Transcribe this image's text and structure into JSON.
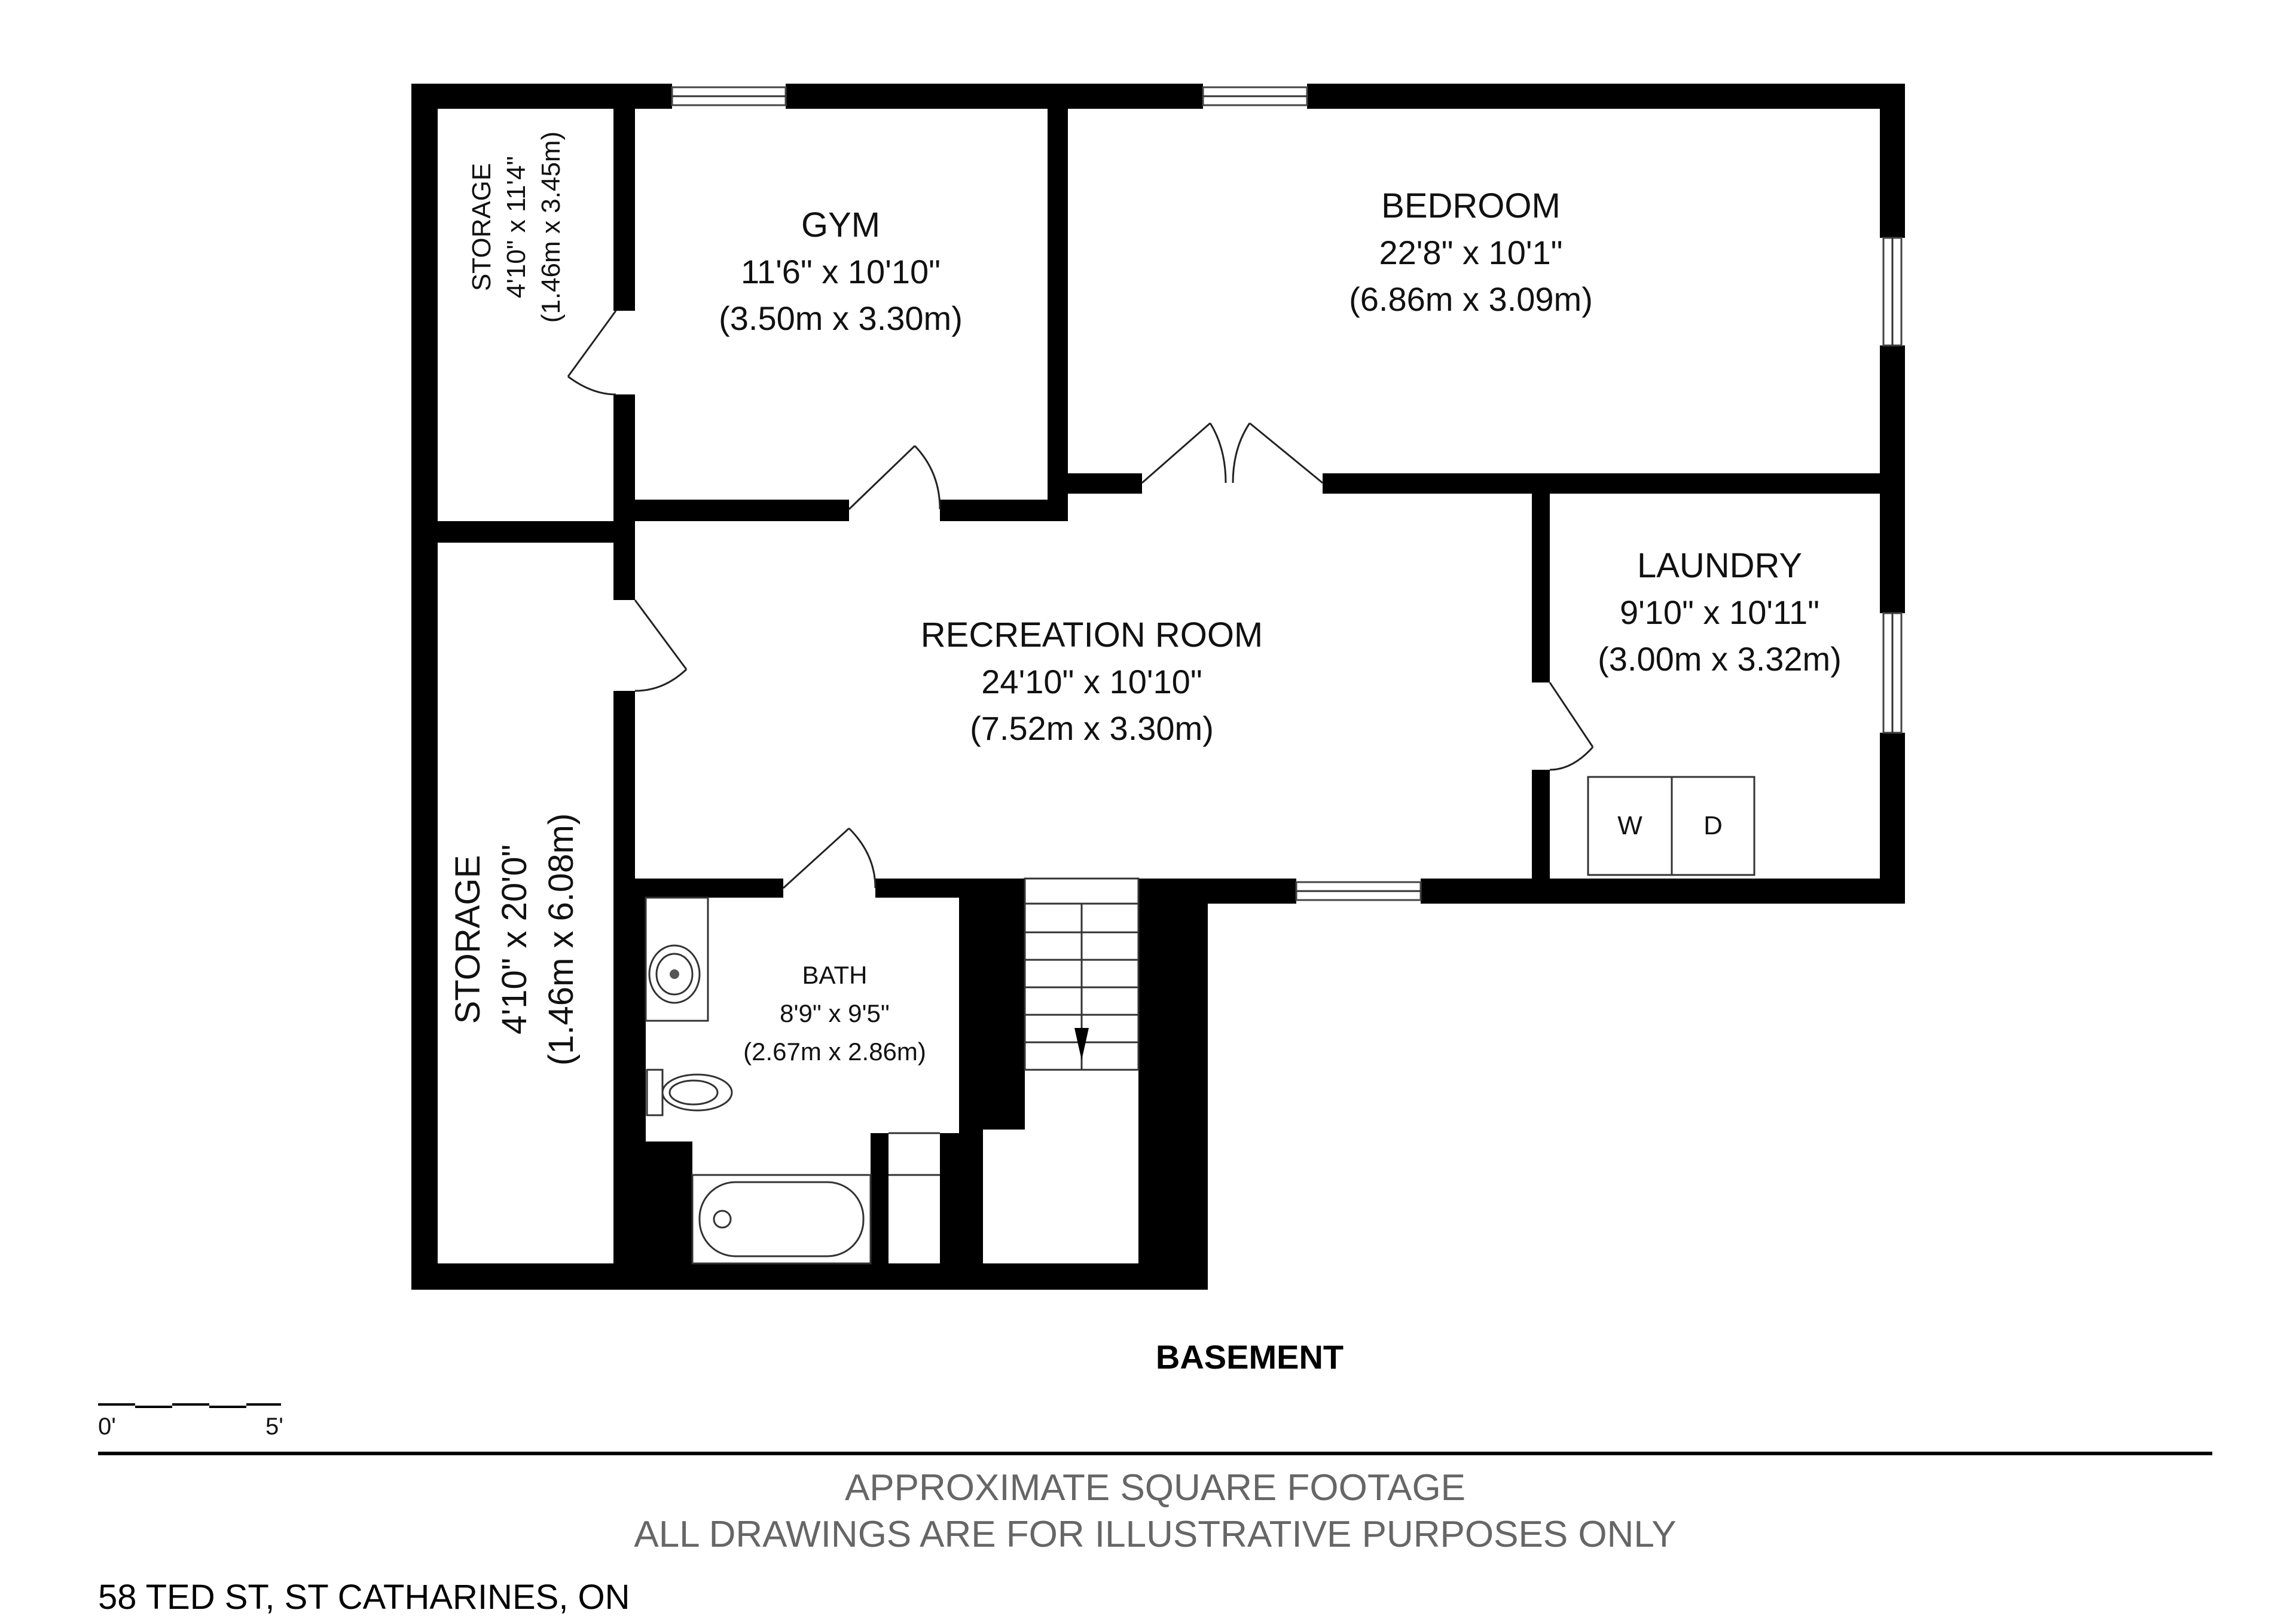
{
  "plan": {
    "floor_label": "BASEMENT",
    "rooms": {
      "storage_top": {
        "name": "STORAGE",
        "dim_imperial": "4'10\" x 11'4\"",
        "dim_metric": "(1.46m x 3.45m)"
      },
      "gym": {
        "name": "GYM",
        "dim_imperial": "11'6\" x 10'10\"",
        "dim_metric": "(3.50m x 3.30m)"
      },
      "bedroom": {
        "name": "BEDROOM",
        "dim_imperial": "22'8\" x 10'1\"",
        "dim_metric": "(6.86m x 3.09m)"
      },
      "laundry": {
        "name": "LAUNDRY",
        "dim_imperial": "9'10\" x 10'11\"",
        "dim_metric": "(3.00m x 3.32m)"
      },
      "recreation": {
        "name": "RECREATION ROOM",
        "dim_imperial": "24'10\" x 10'10\"",
        "dim_metric": "(7.52m x 3.30m)"
      },
      "storage_left": {
        "name": "STORAGE",
        "dim_imperial": "4'10\" x 20'0\"",
        "dim_metric": "(1.46m x 6.08m)"
      },
      "bath": {
        "name": "BATH",
        "dim_imperial": "8'9\" x 9'5\"",
        "dim_metric": "(2.67m x 2.86m)"
      }
    },
    "appliances": {
      "washer": "W",
      "dryer": "D"
    }
  },
  "scale": {
    "start": "0'",
    "end": "5'"
  },
  "footer": {
    "line1": "APPROXIMATE SQUARE FOOTAGE",
    "line2": "ALL DRAWINGS ARE FOR ILLUSTRATIVE PURPOSES ONLY",
    "address": "58 TED ST, ST CATHARINES, ON"
  },
  "colors": {
    "wall": "#000000",
    "footer_note": "#666666"
  }
}
